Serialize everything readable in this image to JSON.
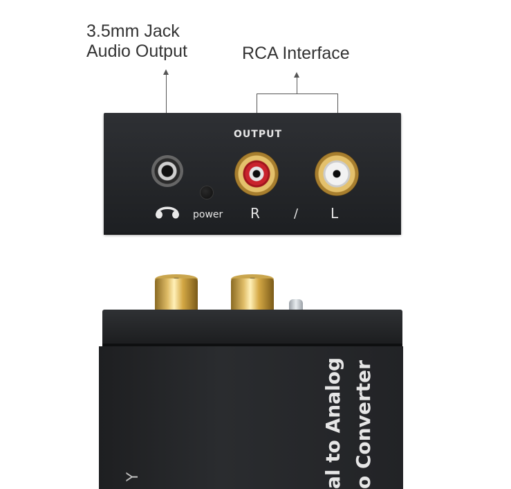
{
  "callouts": {
    "jack_line1": "3.5mm Jack",
    "jack_line2": "Audio Output",
    "rca": "RCA Interface"
  },
  "panel": {
    "output_label": "OUTPUT",
    "power_label": "power",
    "right_label": "R",
    "separator": "/",
    "left_label": "L"
  },
  "device_body": {
    "side_text_line1": "al to Analog",
    "side_text_line2": "o Converter",
    "brand_fragment": "Y"
  },
  "icons": {
    "headphone": "headphone-icon",
    "jack": "audio-jack-icon",
    "led": "power-led-icon"
  },
  "colors": {
    "background": "#ffffff",
    "panel": "#26282b",
    "gold": "#e4c16c",
    "red_ring": "#c9232d"
  }
}
